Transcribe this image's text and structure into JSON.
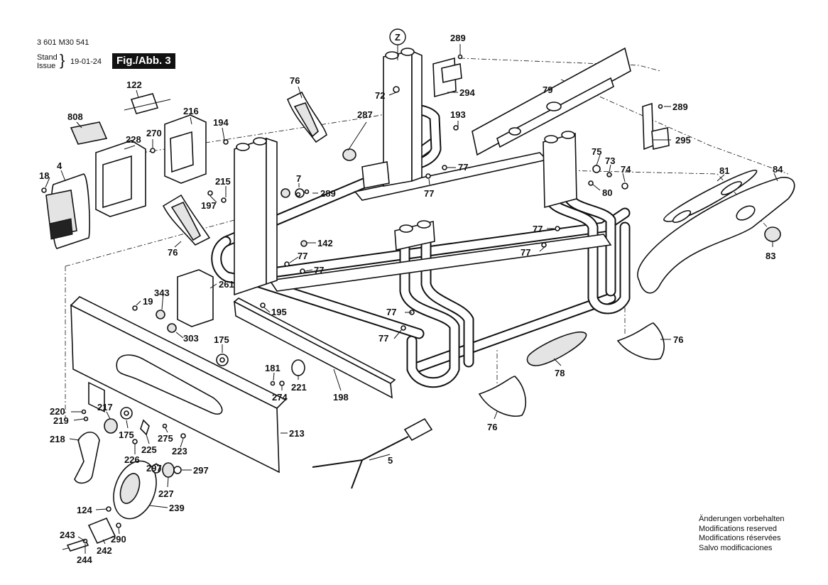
{
  "header": {
    "doc_number": "3 601 M30 541",
    "stand_label": "Stand",
    "issue_label": "Issue",
    "date": "19-01-24",
    "figure_label": "Fig./Abb. 3"
  },
  "notice": {
    "line1": "Änderungen vorbehalten",
    "line2": "Modifications reserved",
    "line3": "Modifications réservées",
    "line4": "Salvo modificaciones"
  },
  "labels": {
    "z": "Z",
    "n289a": "289",
    "n294": "294",
    "n72": "72",
    "n79": "79",
    "n289b": "289",
    "n295": "295",
    "n193": "193",
    "n287": "287",
    "n76a": "76",
    "n122": "122",
    "n216": "216",
    "n808": "808",
    "n270": "270",
    "n228": "228",
    "n194": "194",
    "n18": "18",
    "n4": "4",
    "n215": "215",
    "n7": "7",
    "n289c": "289",
    "n197": "197",
    "n77a": "77",
    "n77b": "77",
    "n75": "75",
    "n73": "73",
    "n74": "74",
    "n80": "80",
    "n81": "81",
    "n84": "84",
    "n83": "83",
    "n76b": "76",
    "n142": "142",
    "n77c": "77",
    "n77d": "77",
    "n77e": "77",
    "n77f": "77",
    "n261": "261",
    "n343": "343",
    "n19": "19",
    "n195": "195",
    "n303": "303",
    "n77g": "77",
    "n77h": "77",
    "n76c": "76",
    "n175a": "175",
    "n78": "78",
    "n181": "181",
    "n221": "221",
    "n274": "274",
    "n198": "198",
    "n220": "220",
    "n217": "217",
    "n219": "219",
    "n218": "218",
    "n175b": "175",
    "n225": "225",
    "n275": "275",
    "n213": "213",
    "n226": "226",
    "n223": "223",
    "n76d": "76",
    "n5": "5",
    "n297a": "297",
    "n297b": "297",
    "n227": "227",
    "n124": "124",
    "n239": "239",
    "n243": "243",
    "n290": "290",
    "n244": "244",
    "n242": "242"
  }
}
